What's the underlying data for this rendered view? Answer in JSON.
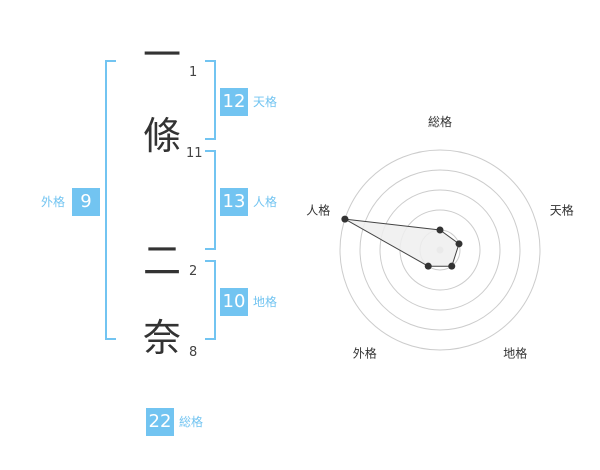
{
  "name_chars": [
    {
      "char": "一",
      "strokes": "1"
    },
    {
      "char": "條",
      "strokes": "11"
    },
    {
      "char": "二",
      "strokes": "2"
    },
    {
      "char": "奈",
      "strokes": "8"
    }
  ],
  "grades": {
    "tenkaku": {
      "value": "12",
      "label": "天格"
    },
    "jinkaku": {
      "value": "13",
      "label": "人格"
    },
    "chikaku": {
      "value": "10",
      "label": "地格"
    },
    "gaikaku": {
      "value": "9",
      "label": "外格"
    },
    "soukaku": {
      "value": "22",
      "label": "総格"
    }
  },
  "colors": {
    "accent": "#72c4f1",
    "polygon_fill": "#eeeeee",
    "polygon_stroke": "#444444"
  },
  "chart_data": {
    "type": "radar",
    "axes": [
      "総格",
      "天格",
      "地格",
      "外格",
      "人格"
    ],
    "values": [
      1,
      1,
      1,
      1,
      5
    ],
    "rings": 5,
    "range": [
      0,
      5
    ]
  }
}
